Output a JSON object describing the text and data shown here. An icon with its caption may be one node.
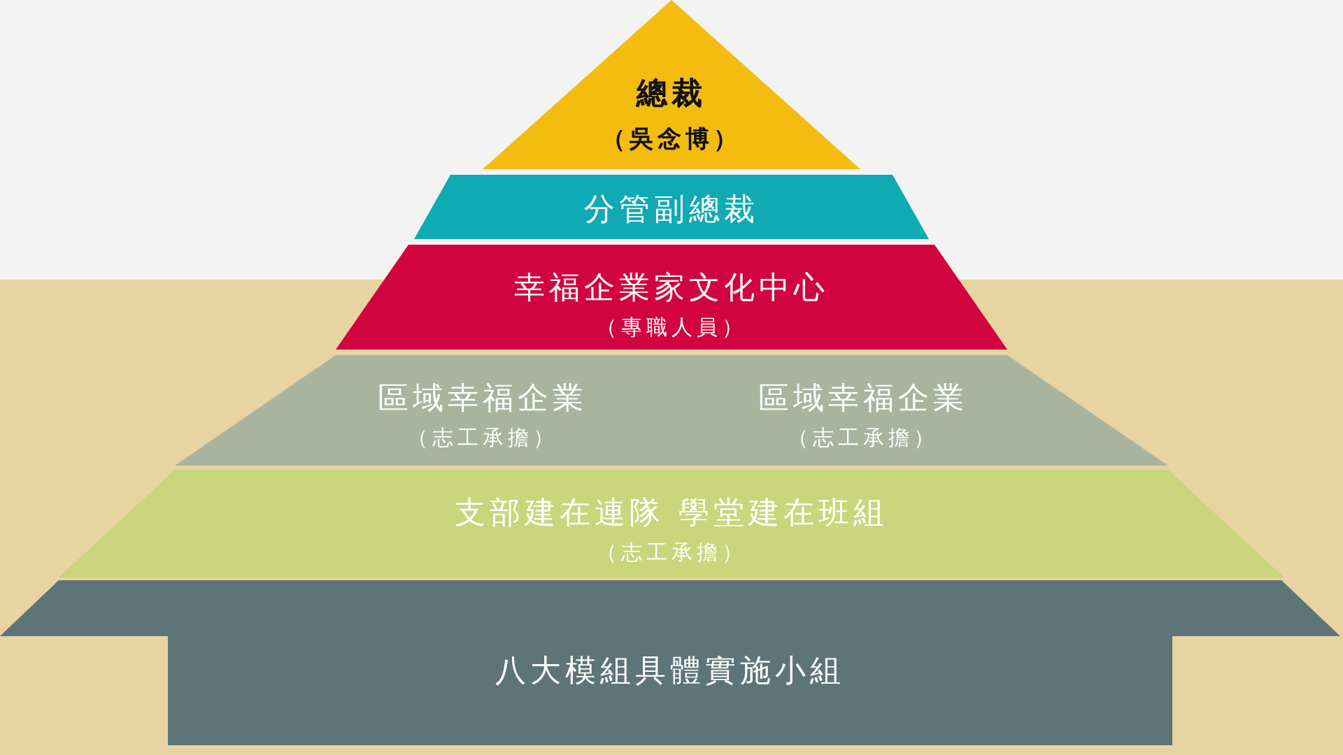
{
  "diagram": {
    "nodes": [
      {
        "text": [
          "總裁",
          "（吳念博）"
        ]
      },
      {
        "text": [
          "分管副總裁"
        ]
      },
      {
        "text": [
          "幸福企業家文化中心",
          "（專職人員）"
        ]
      },
      {
        "text": [
          "區域幸福企業",
          "（志工承擔）",
          "區域幸福企業",
          "（志工承擔）"
        ]
      },
      {
        "text": [
          "支部建在連隊 學堂建在班組",
          "（志工承擔）"
        ]
      },
      {
        "text": [
          "八大模組具體實施小組"
        ]
      }
    ]
  }
}
